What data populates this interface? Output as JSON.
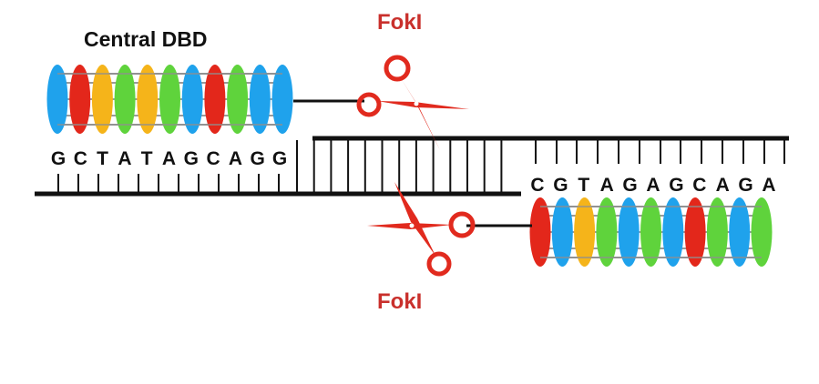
{
  "labels": {
    "central_dbd": "Central DBD",
    "foki_top": "FokI",
    "foki_bottom": "FokI"
  },
  "top_sequence": [
    "G",
    "C",
    "T",
    "A",
    "T",
    "A",
    "G",
    "C",
    "A",
    "G",
    "G"
  ],
  "bottom_sequence": [
    "C",
    "G",
    "T",
    "A",
    "G",
    "A",
    "G",
    "C",
    "A",
    "G",
    "A"
  ],
  "left_dbd_colors": [
    "blue",
    "red",
    "orange",
    "green",
    "orange",
    "green",
    "blue",
    "red",
    "green",
    "blue",
    "blue"
  ],
  "right_dbd_colors": [
    "red",
    "blue",
    "orange",
    "green",
    "blue",
    "green",
    "blue",
    "red",
    "green",
    "blue",
    "green"
  ],
  "palette": {
    "blue": "#1fa2ec",
    "red": "#e3271b",
    "orange": "#f5b41a",
    "green": "#5fd33c",
    "strand": "#111111",
    "scissors": "#e12a1e",
    "label_red": "#c9302c",
    "text": "#111111"
  }
}
